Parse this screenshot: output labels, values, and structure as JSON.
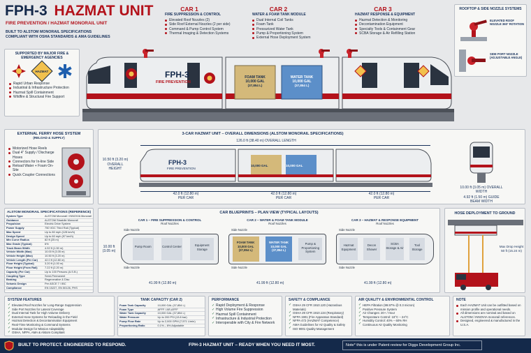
{
  "header": {
    "title_main": "FPH-3",
    "title_rest": "HAZMAT UNIT",
    "subtitle": "FIRE PREVENTION / HAZMAT MONORAIL UNIT",
    "built_line1": "BUILT TO ALSTOM MONORAIL SPECIFICATIONS",
    "built_line2": "COMPLIANT WITH OSHA STANDARDS & AMA GUIDELINES"
  },
  "cars": [
    {
      "title": "CAR 1",
      "subtitle": "FIRE SUPPRESSION & CONTROL",
      "items": [
        "Elevated Roof Nozzles (2)",
        "Side Roof External Nozzles (2 per side)",
        "Command & Pump Control System",
        "Thermal Imaging & Detection Systems"
      ]
    },
    {
      "title": "CAR 2",
      "subtitle": "WATER & FOAM TANK MODULE",
      "items": [
        "Dual Internal Coil Tanks",
        "Foam Tank",
        "Pressurized Water Tank",
        "Pump & Proportioning System",
        "External Hose Deployment System"
      ]
    },
    {
      "title": "CAR 3",
      "subtitle": "HAZMAT RESPONSE & EQUIPMENT",
      "items": [
        "Hazmat Detection & Monitoring",
        "Decontamination Equipment",
        "Specialty Tools & Containment Gear",
        "SCBA Storage & Air Refilling Station"
      ]
    }
  ],
  "rooftop": {
    "title": "ROOFTOP & SIDE NOZZLE SYSTEMS",
    "nozzle_label": "ELEVATED ROOF NOZZLE 360° ROTATION",
    "side_label": "SIDE PORT NOZZLE (ADJUSTABLE ANGLE)"
  },
  "supported": {
    "title": "SUPPORTED BY MAJOR FIRE & EMERGENCY AGENCIES",
    "badge": "HAZMAT",
    "items": [
      "Rapid Urban Response",
      "Industrial & Infrastructure Protection",
      "Hazmat Spill Containment",
      "Wildfire & Structural Fire Support"
    ]
  },
  "train": {
    "name": "FPH-3",
    "tagline": "FIRE PREVENTION",
    "foam_label": "FOAM TANK",
    "foam_volume": "10,000 GAL",
    "foam_liters": "(37,854 L)",
    "water_label": "WATER TANK",
    "water_volume": "10,000 GAL",
    "water_liters": "(37,854 L)"
  },
  "ferry": {
    "title": "EXTERNAL FERRY HOSE SYSTEM",
    "subtitle": "(RELOAD & SUPPLY)",
    "items": [
      "Motorized Hose Reels",
      "Dual 4\" Supply / Discharge Hoses",
      "Connectors for In-line Side",
      "Reload Water + Foam On-Site",
      "Quick Coupler Connections"
    ]
  },
  "dimensions": {
    "title": "3-CAR HAZMAT UNIT – OVERALL DIMENSIONS (ALSTOM MONORAIL SPECIFICATIONS)",
    "overall_length": "126.0 ft (38.40 m) OVERALL LENGTH",
    "height": "10.50 ft (3.20 m) OVERALL HEIGHT",
    "car_length": "42.0 ft (12.80 m)",
    "per_car": "PER CAR",
    "width": "10.00 ft (3.05 m) OVERALL WIDTH",
    "guide": "4.92 ft (1.50 m) GUIDE BEAM WIDTH"
  },
  "specs": {
    "title": "ALSTOM MONORAIL SPECIFICATIONS (REFERENCE)",
    "rows": [
      [
        "System Type",
        "ALSTOM Monorail / INNOVIA Monorail"
      ],
      [
        "Guidance",
        "ALSTOM Straddle Monorail"
      ],
      [
        "Propulsion",
        "Electric Drive System"
      ],
      [
        "Power Supply",
        "750 VDC Third Rail (Typical)"
      ],
      [
        "Max Speed",
        "Up to 80 mph (128 km/h)"
      ],
      [
        "Design Speed",
        "Up to 60 mph (97 km/h)"
      ],
      [
        "Min Curve Radius",
        "82 ft (25 m)"
      ],
      [
        "Max Grade (Typical)",
        "6%"
      ],
      [
        "Track Beam Width",
        "4.92 ft (1.50 m)"
      ],
      [
        "Vehicle Width (Max)",
        "10.00 ft (3.05 m)"
      ],
      [
        "Vehicle Height (Max)",
        "10.50 ft (3.20 m)"
      ],
      [
        "Vehicle Length (Per Car)",
        "42.0 ft (12.80 m)"
      ],
      [
        "Floor Height (Typical)",
        "3.20 ft (1.00 m)"
      ],
      [
        "Floor Height (From Rail)",
        "7.22 ft (2.20 m)"
      ],
      [
        "Capacity (Per Car)",
        "Up to 100 Persons (A.S.B.)"
      ],
      [
        "Coupling Type",
        "Semi-Permanent"
      ],
      [
        "Braking",
        "Regenerative & Disc"
      ],
      [
        "Seismic Design",
        "Per ASCE 7 / IBC"
      ],
      [
        "Compliance",
        "EN 15227, EN 50126, PHS"
      ]
    ]
  },
  "blueprints": {
    "title": "CAR BLUEPRINTS – PLAN VIEW (TYPICAL LAYOUTS)",
    "car1": "CAR 1 – FIRE SUPPRESSION & CONTROL",
    "car2": "CAR 2 – WATER & FOAM TANK MODULE",
    "car3": "CAR 3 – HAZMAT & RESPONSE EQUIPMENT",
    "roof_nozzle": "Roof Nozzles",
    "side_nozzle": "Side Nozzle",
    "pump_room": "Pump Room",
    "control_center": "Control Center",
    "equipment_storage": "Equipment Storage",
    "pump_system": "Pump & Proportioning System",
    "hazmat_equipment": "Hazmat Equipment",
    "decon_shower": "Decon Shower",
    "scba_storage": "SCBA Storage & Air",
    "tool_storage": "Tool Storage",
    "length": "41.99 ft (12.80 m)",
    "width": "10.00 ft (3.05 m)"
  },
  "deploy": {
    "title": "HOSE DEPLOYMENT TO GROUND",
    "drop_height": "Max Drop Height 50 ft (15.24 m)"
  },
  "features": {
    "title": "SYSTEM FEATURES",
    "items": [
      "Elevated Roof Nozzles for Long-Range Suppression",
      "Side Port Nozzles for Lateral Coverage",
      "Dual Internal Tank for High Volume Delivery",
      "External Hose Systems for Reloading in the Field",
      "Hazmat Detection & Decontamination Equipment",
      "Real-Time Monitoring & Command Systems",
      "Modular Design for Mission Adaptability",
      "OSHA, NFPA, AMA & Alstom Compliant"
    ]
  },
  "capacity": {
    "title": "TANK CAPACITY (CAR 2)",
    "rows": [
      [
        "Foam Tank Capacity",
        "10,000 GAL (37,854 L)"
      ],
      [
        "Foam Type",
        "AFFF / AR-AFFF"
      ],
      [
        "Water Tank Capacity",
        "10,000 GAL (37,854 L)"
      ],
      [
        "Water Pressure",
        "Up to 200 PSI (13.8 bar)"
      ],
      [
        "Pump Flow Rate",
        "Up to 2,000 GPM (7,571 L/min)"
      ],
      [
        "Proportioning Ratio",
        "0.1% – 6% Adjustable"
      ]
    ]
  },
  "performance": {
    "title": "PERFORMANCE",
    "items": [
      "Rapid Deployment & Response",
      "High Volume Fire Suppression",
      "Hazmat Spill Containment",
      "Infrastructure & Industrial Protection",
      "Interoperable with City & Fire Network"
    ]
  },
  "safety": {
    "title": "SAFETY & COMPLIANCE",
    "items": [
      "OSHA 29 CFR 1910.120 (Hazardous Materials)",
      "OSHA 29 CFR 1910.134 (Respiratory)",
      "NFPA 1901 (Fire Apparatus Standard)",
      "NFPA 472 (HAZMAT Competence)",
      "AMA Guidelines for Air Quality & Safety",
      "ISO 9001 Quality Management"
    ]
  },
  "air": {
    "title": "AIR QUALITY & ENVIRONMENTAL CONTROL",
    "items": [
      "HEPA Filtration (99.97% @ 0.3 micron)",
      "Positive Pressure System",
      "Air Changes: 20+ / Hour",
      "Temperature Control: 18°C – 24°C",
      "Humidity Control: 40% – 60% RH",
      "Continuous Air Quality Monitoring"
    ]
  },
  "note": {
    "title": "NOTE",
    "items": [
      "Each HAZMAT Unit can be outfitted based on mission profile and operational needs.",
      "All dimensions are nominal and based on ALSTOM / INNOVIA monorail references.",
      "Designed, engineered & manufactured in the U.S.A."
    ]
  },
  "footer": {
    "left": "BUILT TO PROTECT. ENGINEERED TO RESPOND.",
    "center": "FPH-3 HAZMAT UNIT – READY WHEN YOU NEED IT MOST.",
    "right": "Note* this is under Patent review for Diggs Development Group Inc."
  },
  "colors": {
    "navy": "#14294a",
    "red": "#b3121b",
    "foam": "#d4b97a",
    "water": "#5c8fc9",
    "steel": "#9aa2ad"
  }
}
